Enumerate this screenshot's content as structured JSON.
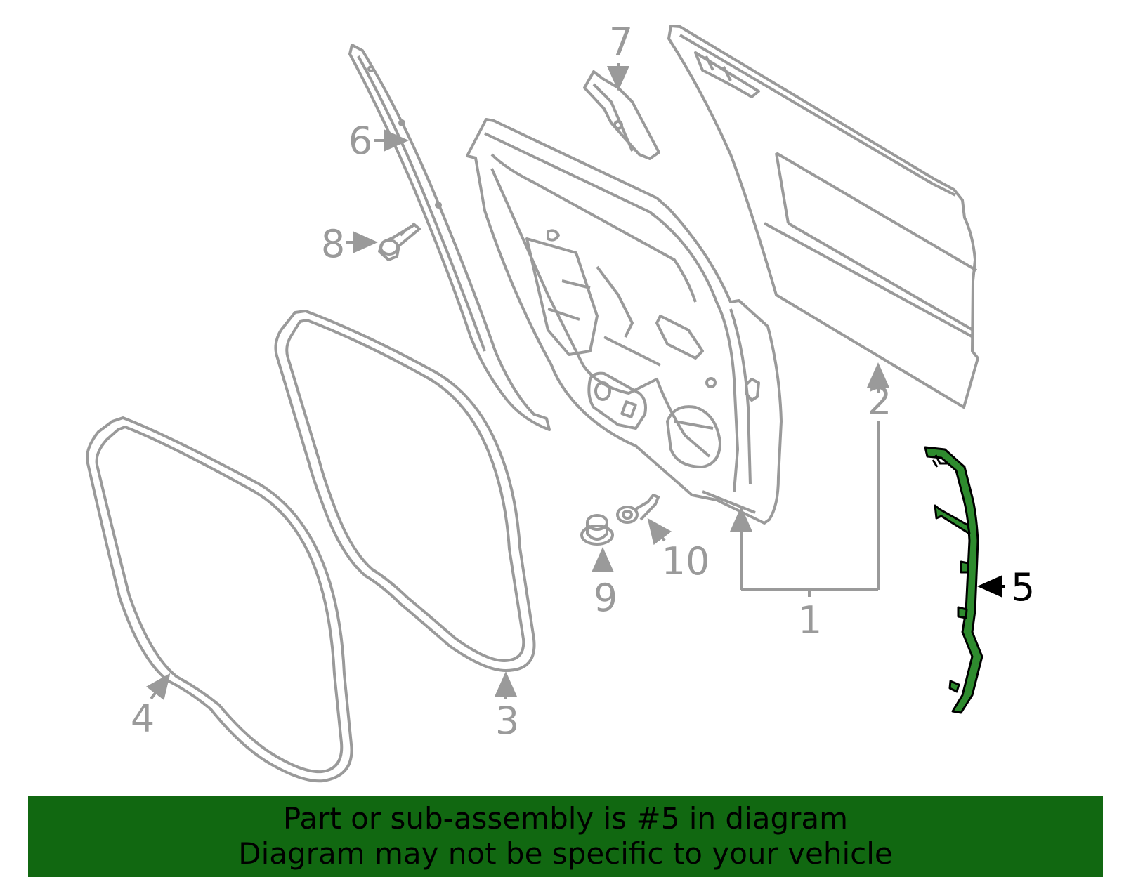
{
  "colors": {
    "part_gray": "#9a9a9a",
    "highlight_green": "#1f6b1f",
    "highlight_fill": "#2e8b2e",
    "banner_green": "#116811",
    "text_black": "#000000"
  },
  "callouts": {
    "c1": "1",
    "c2": "2",
    "c3": "3",
    "c4": "4",
    "c5": "5",
    "c6": "6",
    "c7": "7",
    "c8": "8",
    "c9": "9",
    "c10": "10"
  },
  "highlighted_part": "5",
  "banner": {
    "line1": "Part or sub-assembly is #5 in diagram",
    "line2": "Diagram may not be specific to your vehicle"
  }
}
